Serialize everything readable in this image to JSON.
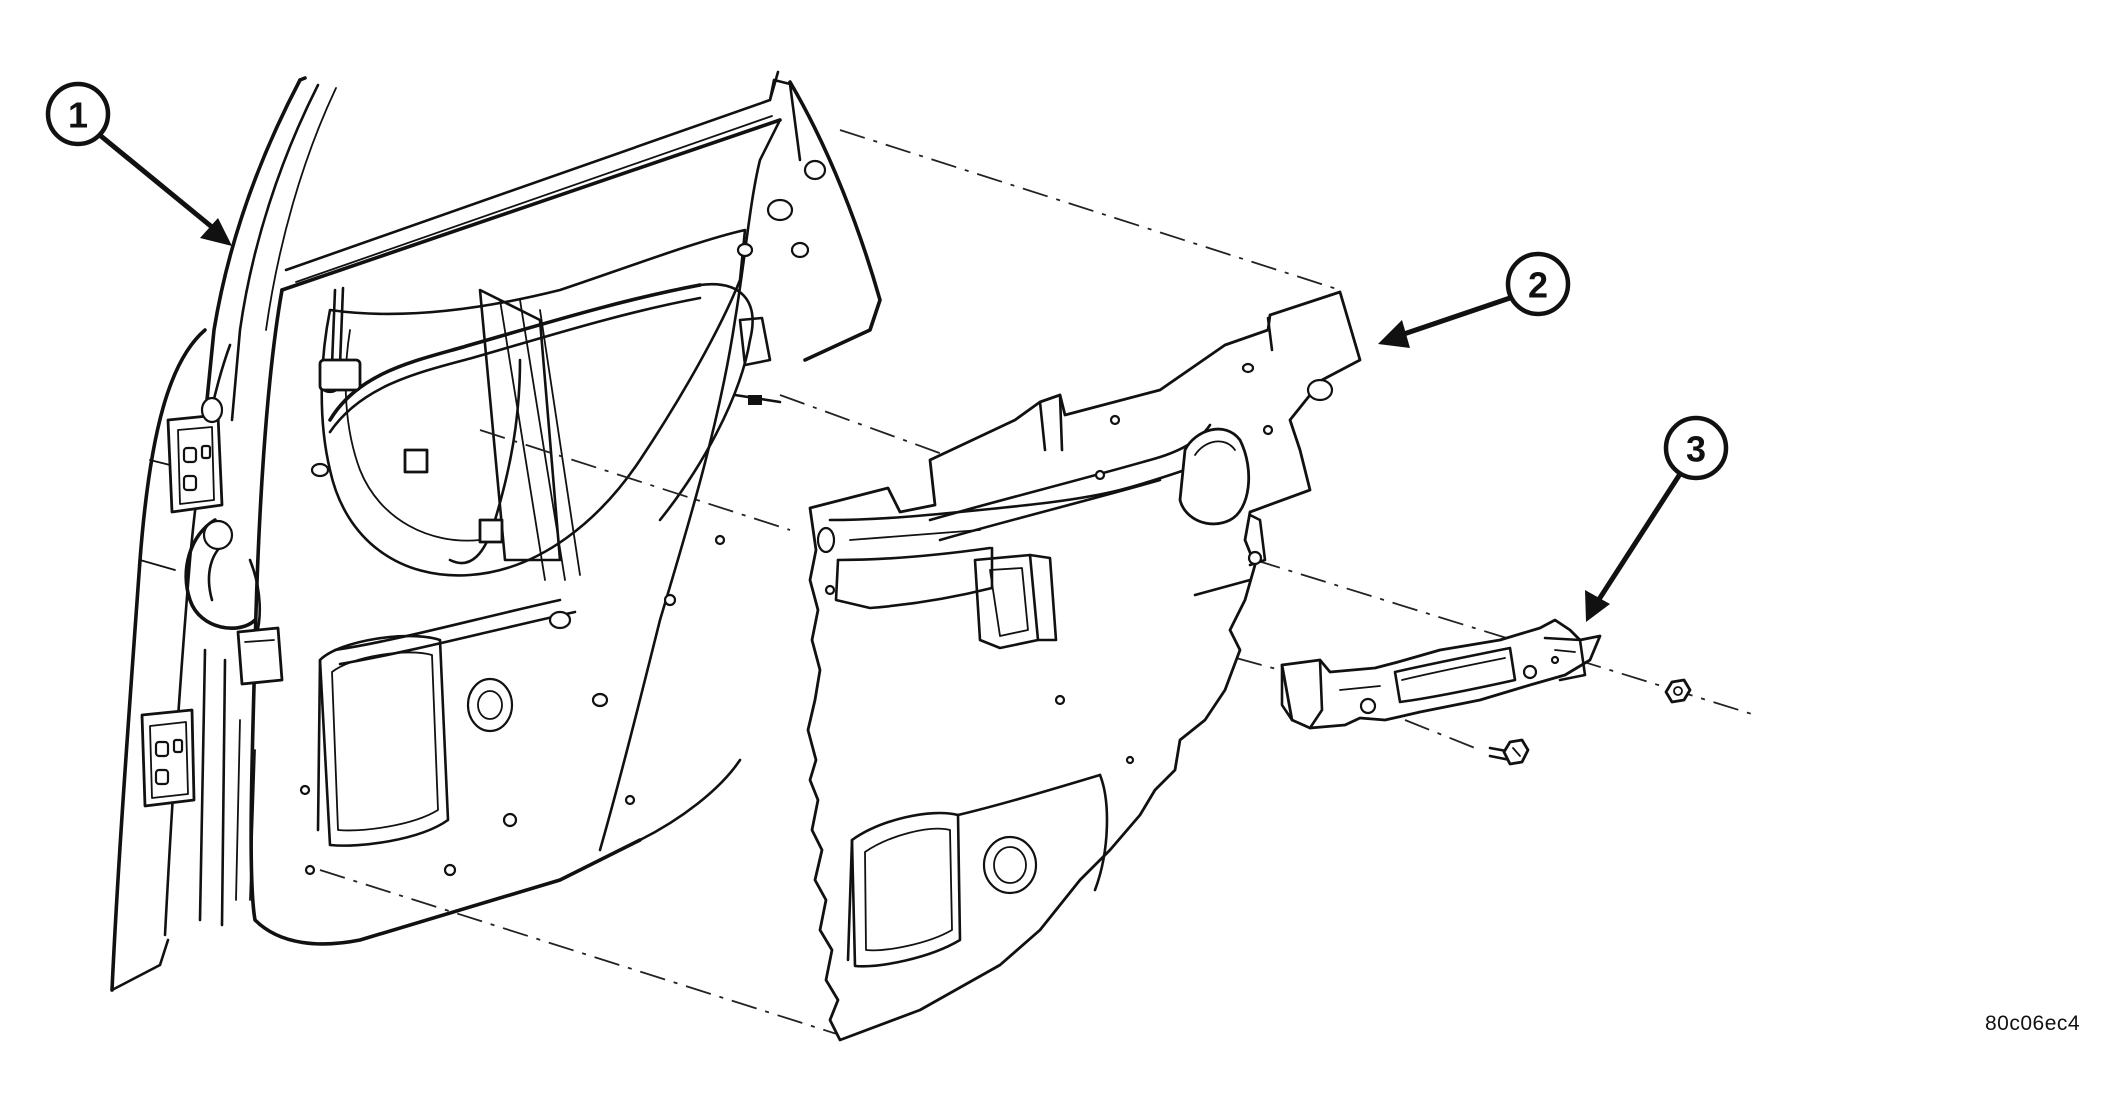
{
  "figure_id": "80c06ec4",
  "callouts": [
    {
      "number": "1"
    },
    {
      "number": "2"
    },
    {
      "number": "3"
    }
  ]
}
